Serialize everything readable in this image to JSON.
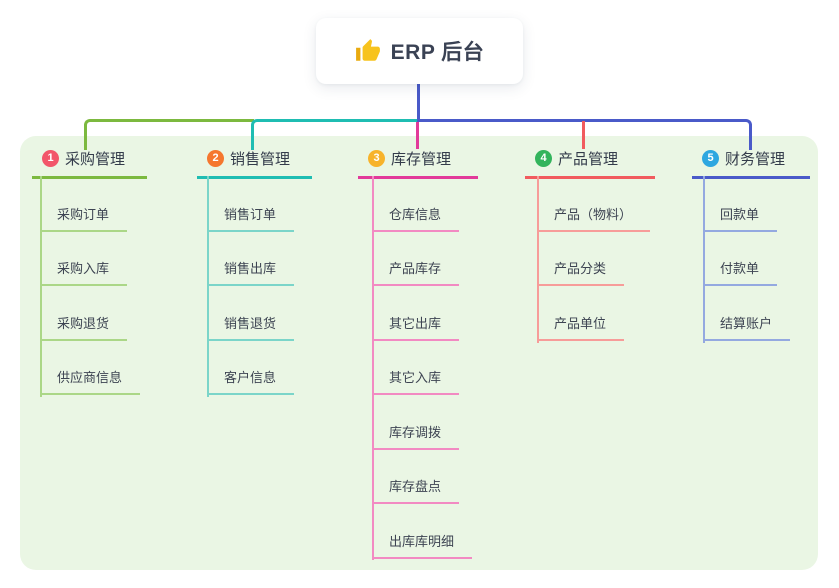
{
  "root": {
    "label": "ERP 后台",
    "icon": "thumbs-up-icon",
    "icon_color": "#f7c31d"
  },
  "branches": [
    {
      "badge": "1",
      "title": "采购管理",
      "line_color": "#7cb93f",
      "child_line_color": "#abd787",
      "badge_color": "#f2566a",
      "children": [
        "采购订单",
        "采购入库",
        "采购退货",
        "供应商信息"
      ]
    },
    {
      "badge": "2",
      "title": "销售管理",
      "line_color": "#1fbdb2",
      "child_line_color": "#7bd5c9",
      "badge_color": "#f5772e",
      "children": [
        "销售订单",
        "销售出库",
        "销售退货",
        "客户信息"
      ]
    },
    {
      "badge": "3",
      "title": "库存管理",
      "line_color": "#e23a9a",
      "child_line_color": "#f28ac2",
      "badge_color": "#f7b32b",
      "children": [
        "仓库信息",
        "产品库存",
        "其它出库",
        "其它入库",
        "库存调拨",
        "库存盘点",
        "出库库明细"
      ]
    },
    {
      "badge": "4",
      "title": "产品管理",
      "line_color": "#f15b5e",
      "child_line_color": "#f79c99",
      "badge_color": "#33b45c",
      "children": [
        "产品（物料）",
        "产品分类",
        "产品单位"
      ]
    },
    {
      "badge": "5",
      "title": "财务管理",
      "line_color": "#4a5ac9",
      "child_line_color": "#94a9e0",
      "badge_color": "#2ea7e0",
      "children": [
        "回款单",
        "付款单",
        "结算账户"
      ]
    }
  ],
  "colors": {
    "panel_background": "#eaf6e4",
    "root_connector": "#4a5ac9",
    "title_text": "#333b4a",
    "child_text": "#3d4452"
  }
}
